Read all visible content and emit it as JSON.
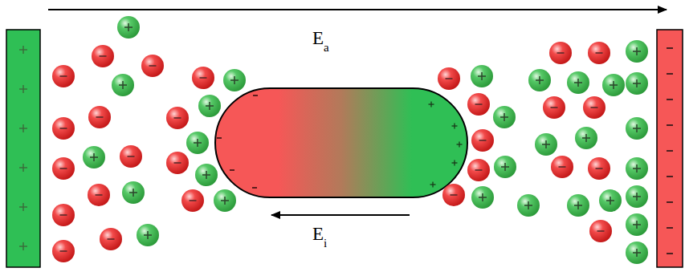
{
  "diagram": {
    "labels": [
      "E",
      "a",
      "E",
      "i"
    ]
  }
}
